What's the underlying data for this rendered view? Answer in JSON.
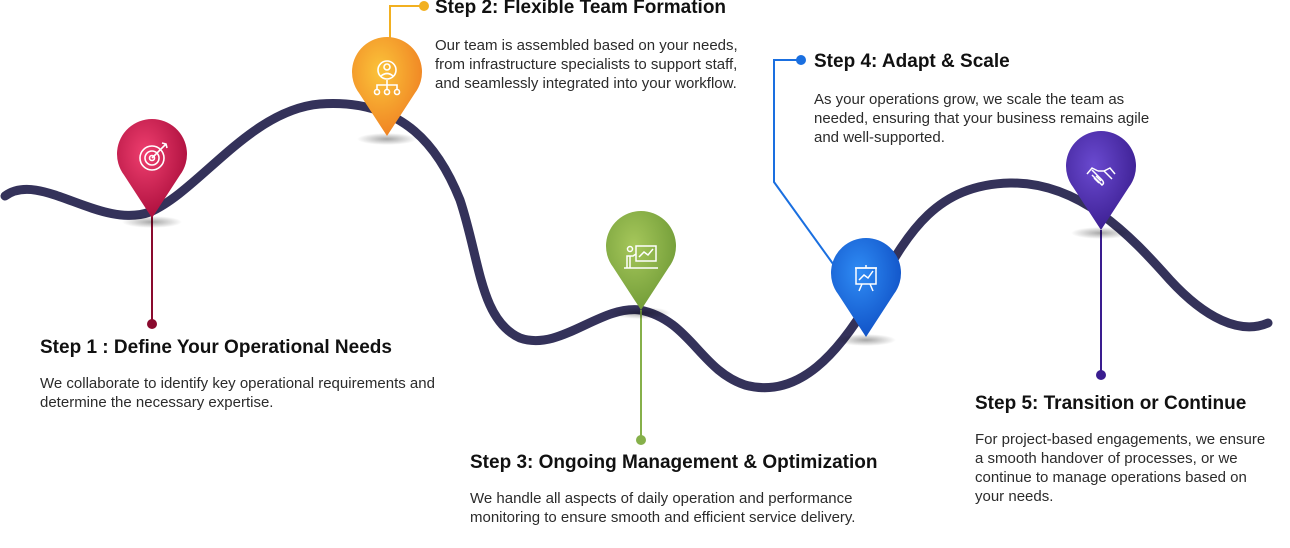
{
  "steps": [
    {
      "title": "Step 1 : Define Your Operational Needs",
      "desc": "We collaborate to identify key operational requirements and determine the necessary expertise.",
      "color": "#c8124a",
      "icon": "target-icon"
    },
    {
      "title": "Step 2: Flexible Team Formation",
      "desc": "Our team is assembled based on your needs, from infrastructure specialists to support staff, and seamlessly integrated into your workflow.",
      "color": "#f2962a",
      "icon": "team-hierarchy-icon"
    },
    {
      "title": "Step 3: Ongoing Management & Optimization",
      "desc": "We handle all aspects of daily operation and performance monitoring to ensure smooth and efficient service delivery.",
      "color": "#86b04a",
      "icon": "presentation-icon"
    },
    {
      "title": "Step 4: Adapt & Scale",
      "desc": "As your operations grow, we scale the team as needed, ensuring that your business remains agile and well-supported.",
      "color": "#1a6fe0",
      "icon": "growth-chart-icon"
    },
    {
      "title": "Step 5: Transition or Continue",
      "desc": "For project-based engagements, we ensure a smooth handover of processes, or we continue to manage operations based on your needs.",
      "color": "#4a2aa8",
      "icon": "handshake-icon"
    }
  ],
  "path_color": "#34325a"
}
